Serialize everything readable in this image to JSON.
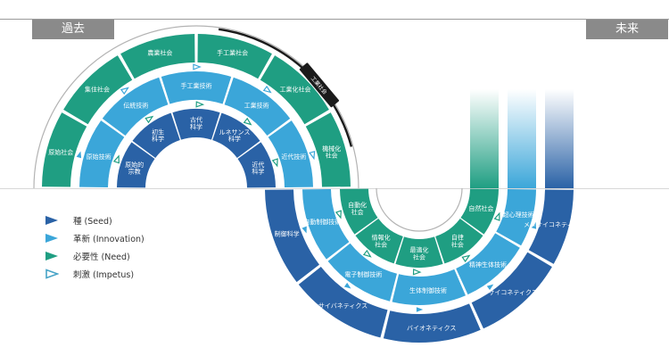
{
  "header": {
    "past_label": "過去",
    "future_label": "未来"
  },
  "colors": {
    "seed": "#2a62a6",
    "innovation": "#3ba6d9",
    "need": "#1f9e82",
    "impetus": "#46a3c7",
    "dark_arc": "#1b1b1b",
    "guide": "#b3b3b3"
  },
  "rings": {
    "seed": [
      "原始的\n宗教",
      "初生\n科学",
      "古代\n科学",
      "ルネサンス\n科学",
      "近代\n科学",
      "制御科学",
      "サイバネティクス",
      "バイオネティクス",
      "サイコネティクス",
      "メタサイコネティクス"
    ],
    "innovation": [
      "原始技術",
      "伝統技術",
      "手工業技術",
      "工業技術",
      "近代技術",
      "自動制御技術",
      "電子制御技術",
      "生体制御技術",
      "精神生体技術",
      "超心理技術"
    ],
    "need": [
      "原始社会",
      "集住社会",
      "農業社会",
      "手工業社会",
      "工業化社会",
      "機械化\n社会",
      "自動化\n社会",
      "情報化\n社会",
      "最適化\n社会",
      "自律\n社会",
      "自然社会"
    ],
    "dark_arc_label": "工業社会"
  },
  "legend": [
    {
      "icon": "seed-triangle-icon",
      "label": "種 (Seed)",
      "color": "#2a62a6",
      "filled": true
    },
    {
      "icon": "innovation-triangle-icon",
      "label": "革新 (Innovation)",
      "color": "#3ba6d9",
      "filled": true
    },
    {
      "icon": "need-triangle-icon",
      "label": "必要性 (Need)",
      "color": "#1f9e82",
      "filled": true
    },
    {
      "icon": "impetus-triangle-icon",
      "label": "刺激 (Impetus)",
      "color": "#46a3c7",
      "filled": false
    }
  ]
}
